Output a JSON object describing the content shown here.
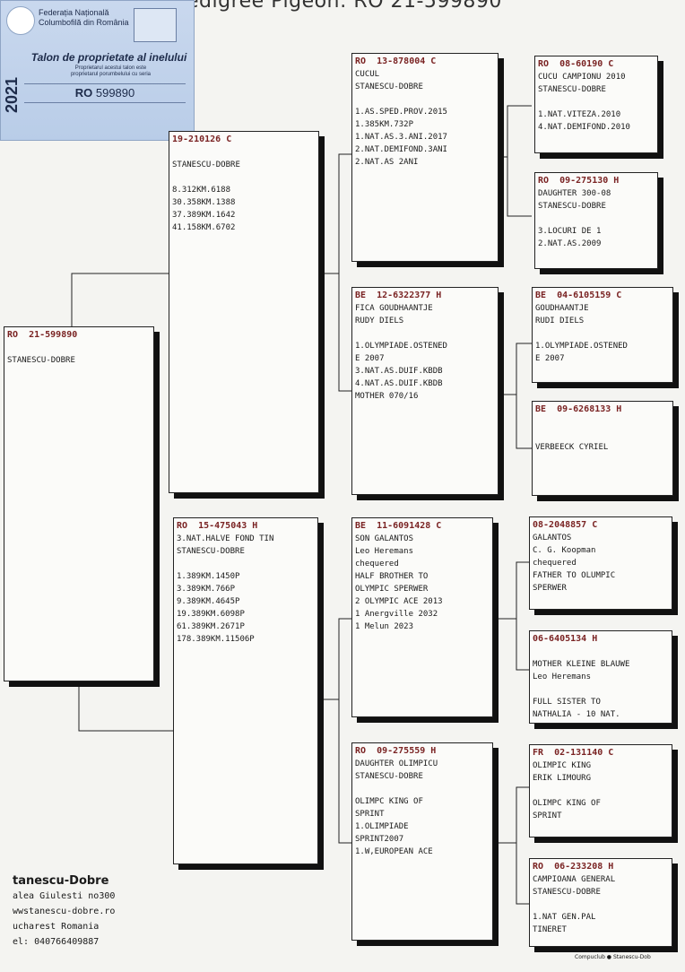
{
  "title": "edigree Pigeon: RO 21-599890",
  "tag": {
    "year": "2021",
    "org": [
      "Federația Națională",
      "Columbofilă din România"
    ],
    "heading": "Talon de proprietate al inelului",
    "sub": [
      "Proprietarul acestui talon este",
      "proprietarul porumbelului cu seria"
    ],
    "ring_prefix": "RO",
    "ring_number": "599890"
  },
  "boxes": {
    "subject": {
      "ring": "RO  21-599890",
      "lines": [
        "",
        "STANESCU-DOBRE"
      ]
    },
    "sire": {
      "ring": "19-210126 C",
      "lines": [
        "",
        "STANESCU-DOBRE",
        "",
        "8.312KM.6188",
        "30.358KM.1388",
        "37.389KM.1642",
        "41.158KM.6702"
      ]
    },
    "dam": {
      "ring": "RO  15-475043 H",
      "lines": [
        "3.NAT.HALVE FOND TIN",
        "STANESCU-DOBRE",
        "",
        "1.389KM.1450P",
        "3.389KM.766P",
        "9.389KM.4645P",
        "19.389KM.6098P",
        "61.389KM.2671P",
        "178.389KM.11506P"
      ]
    },
    "ss": {
      "ring": "RO  13-878004 C",
      "lines": [
        "CUCUL",
        "STANESCU-DOBRE",
        "",
        "1.AS.SPED.PROV.2015",
        "1.385KM.732P",
        "1.NAT.AS.3.ANI.2017",
        "2.NAT.DEMIFOND.3ANI",
        "2.NAT.AS 2ANI"
      ]
    },
    "sd": {
      "ring": "BE  12-6322377 H",
      "lines": [
        "FICA GOUDHAANTJE",
        "RUDY DIELS",
        "",
        "1.OLYMPIADE.OSTENED",
        "E 2007",
        "3.NAT.AS.DUIF.KBDB",
        "4.NAT.AS.DUIF.KBDB",
        "MOTHER 070/16"
      ]
    },
    "ds": {
      "ring": "BE  11-6091428 C",
      "lines": [
        "SON GALANTOS",
        "Leo Heremans",
        "chequered",
        "HALF BROTHER TO",
        "OLYMPIC SPERWER",
        "2 OLYMPIC ACE 2013",
        "1 Anergville 2032",
        "1 Melun 2023"
      ]
    },
    "dd": {
      "ring": "RO  09-275559 H",
      "lines": [
        "DAUGHTER OLIMPICU",
        "STANESCU-DOBRE",
        "",
        "OLIMPC KING OF",
        "SPRINT",
        "1.OLIMPIADE",
        "SPRINT2007",
        "1.W,EUROPEAN ACE"
      ]
    },
    "sss": {
      "ring": "RO  08-60190 C",
      "lines": [
        "CUCU CAMPIONU 2010",
        "STANESCU-DOBRE",
        "",
        "1.NAT.VITEZA.2010",
        "4.NAT.DEMIFOND.2010"
      ]
    },
    "ssd": {
      "ring": "RO  09-275130 H",
      "lines": [
        "DAUGHTER 300-08",
        "STANESCU-DOBRE",
        "",
        "3.LOCURI DE 1",
        "2.NAT.AS.2009"
      ]
    },
    "sds": {
      "ring": "BE  04-6105159 C",
      "lines": [
        "GOUDHAANTJE",
        "RUDI DIELS",
        "",
        "1.OLYMPIADE.OSTENED",
        "E 2007"
      ]
    },
    "sdd": {
      "ring": "BE  09-6268133 H",
      "lines": [
        "",
        "",
        "VERBEECK CYRIEL"
      ]
    },
    "dss": {
      "ring": "08-2048857 C",
      "lines": [
        "GALANTOS",
        "C. G. Koopman",
        "chequered",
        "FATHER TO OLUMPIC",
        "SPERWER"
      ]
    },
    "dsd": {
      "ring": "06-6405134 H",
      "lines": [
        "",
        "MOTHER KLEINE BLAUWE",
        "Leo Heremans",
        "",
        "FULL SISTER TO",
        "NATHALIA - 10 NAT."
      ]
    },
    "dds": {
      "ring": "FR  02-131140 C",
      "lines": [
        "OLIMPIC KING",
        "ERIK LIMOURG",
        "",
        "OLIMPC KING OF",
        "SPRINT"
      ]
    },
    "ddd": {
      "ring": "RO  06-233208 H",
      "lines": [
        "CAMPIOANA GENERAL",
        "STANESCU-DOBRE",
        "",
        "1.NAT GEN.PAL",
        "TINERET"
      ]
    }
  },
  "footer": {
    "name": "tanescu-Dobre",
    "address": "alea Giulesti no300",
    "web": "wwstanescu-dobre.ro",
    "city": "ucharest Romania",
    "tel": "el: 040766409887"
  },
  "credit": "Compuclub ● Stanescu-Dob"
}
